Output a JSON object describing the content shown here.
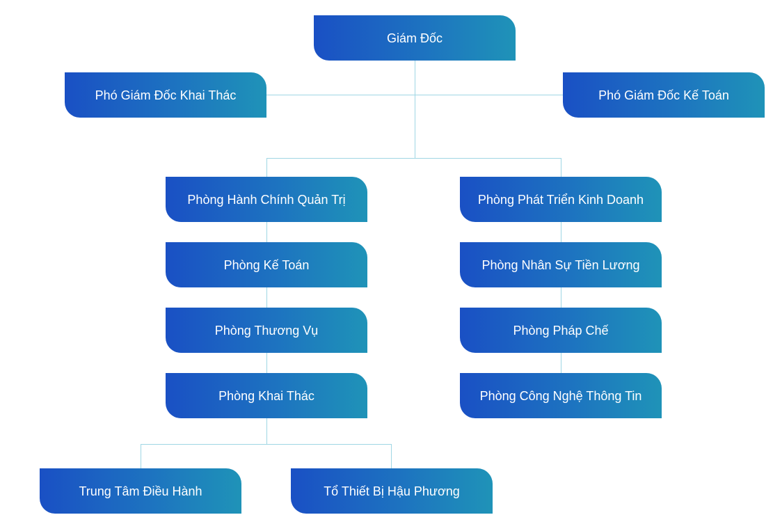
{
  "org_chart": {
    "director": "Giám Đốc",
    "deputy_left": "Phó Giám Đốc Khai Thác",
    "deputy_right": "Phó Giám Đốc Kế Toán",
    "left_departments": [
      "Phòng Hành Chính Quản Trị",
      "Phòng Kế Toán",
      "Phòng Thương Vụ",
      "Phòng Khai Thác"
    ],
    "right_departments": [
      "Phòng Phát Triển Kinh Doanh",
      "Phòng Nhân Sự Tiền Lương",
      "Phòng Pháp Chế",
      "Phòng Công Nghệ Thông Tin"
    ],
    "sub_units": [
      "Trung Tâm Điều Hành",
      "Tổ Thiết Bị Hậu Phương"
    ]
  },
  "colors": {
    "gradient_start": "#1a50c4",
    "gradient_end": "#1f93b8",
    "connector": "#9fd6e4",
    "text": "#ffffff"
  }
}
